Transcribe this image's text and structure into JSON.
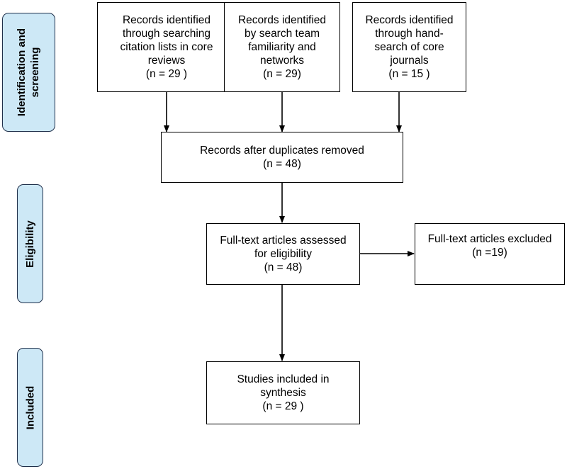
{
  "colors": {
    "phase_fill": "#cde8f6",
    "phase_border": "#1f2f4a",
    "box_border": "#000000",
    "line": "#000000"
  },
  "phases": {
    "identification": {
      "line1": "Identification and",
      "line2": "screening"
    },
    "eligibility": {
      "label": "Eligibility"
    },
    "included": {
      "label": "Included"
    }
  },
  "boxes": {
    "citation_lists": {
      "lines": [
        "Records identified",
        "through searching",
        "citation lists in core",
        "reviews",
        "(n = 29 )"
      ]
    },
    "search_team": {
      "lines": [
        "Records identified",
        "by search team",
        "familiarity and",
        "networks",
        "(n = 29)"
      ]
    },
    "hand_search": {
      "lines": [
        "Records identified",
        "through hand-",
        "search of core",
        "journals",
        "(n = 15 )"
      ]
    },
    "duplicates_removed": {
      "lines": [
        "Records after duplicates removed",
        "(n =  48)"
      ]
    },
    "full_text_assessed": {
      "lines": [
        "Full-text articles assessed",
        "for eligibility",
        "(n =  48)"
      ]
    },
    "full_text_excluded": {
      "lines": [
        "Full-text articles excluded",
        "(n =19)"
      ]
    },
    "studies_included": {
      "lines": [
        "Studies included in",
        "synthesis",
        "(n =  29 )"
      ]
    }
  }
}
